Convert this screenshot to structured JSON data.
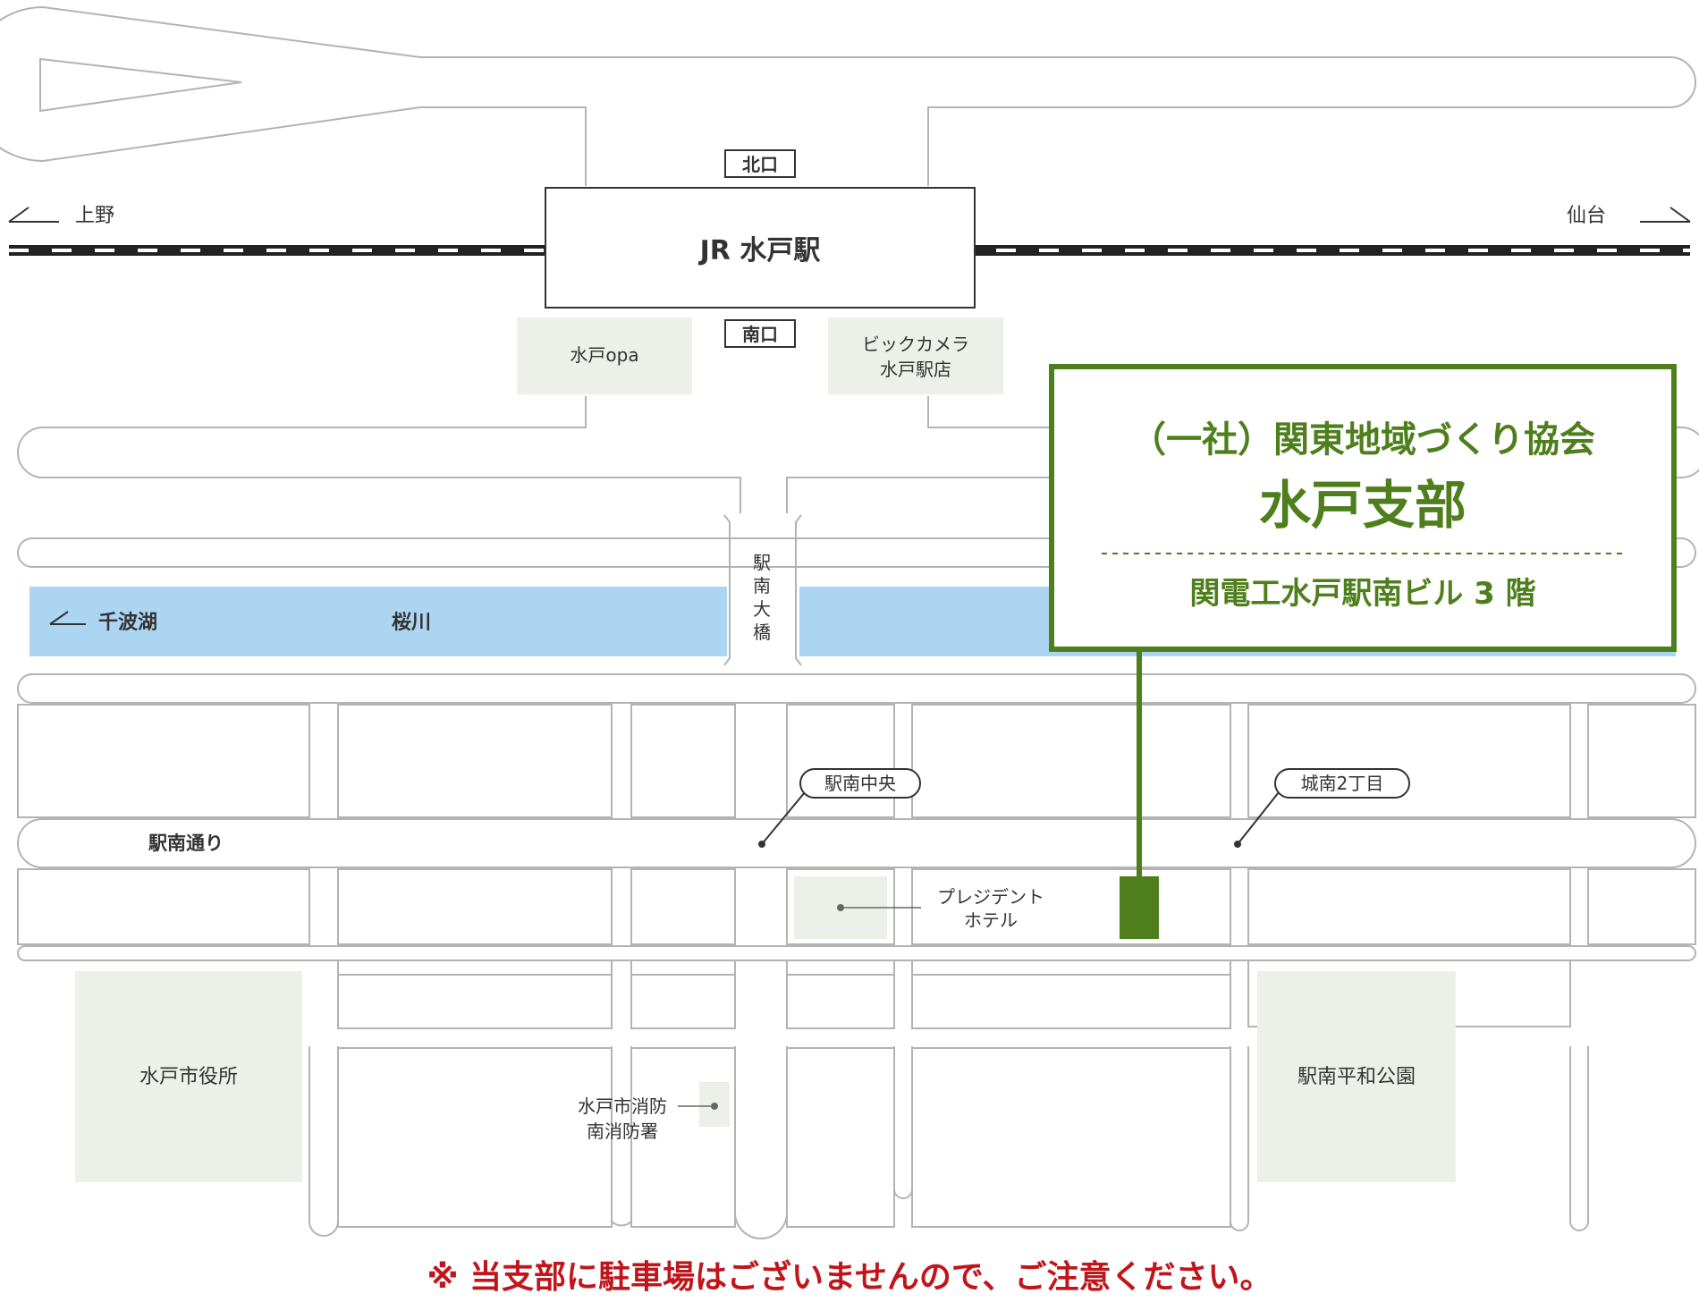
{
  "station": {
    "name": "JR 水戸駅",
    "north_exit": "北口",
    "south_exit": "南口",
    "direction_left": "上野",
    "direction_right": "仙台"
  },
  "landmarks": {
    "opa": "水戸opa",
    "bic_camera_line1": "ビックカメラ",
    "bic_camera_line2": "水戸駅店",
    "bridge": [
      "駅",
      "南",
      "大",
      "橋"
    ],
    "lake": "千波湖",
    "river": "桜川",
    "street": "駅南通り",
    "bus_stop_1": "駅南中央",
    "bus_stop_2": "城南2丁目",
    "hotel_line1": "プレジデント",
    "hotel_line2": "ホテル",
    "city_hall": "水戸市役所",
    "fire_station_line1": "水戸市消防",
    "fire_station_line2": "南消防署",
    "park": "駅南平和公園"
  },
  "office": {
    "org": "（一社）関東地域づくり協会",
    "branch": "水戸支部",
    "building": "関電工水戸駅南ビル 3 階"
  },
  "notice": "※ 当支部に駐車場はございませんので、ご注意ください。",
  "colors": {
    "accent_green": "#4e7f1c",
    "river_blue": "#acd5f2",
    "building_fill": "#ecf0e8",
    "notice_red": "#c0151b"
  }
}
